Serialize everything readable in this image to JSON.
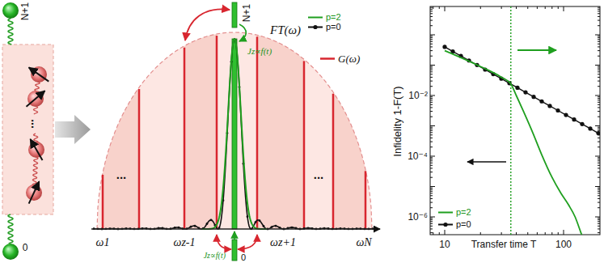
{
  "diagram": {
    "labels": [
      "N+1",
      "...",
      "0",
      "N+1",
      "Jz∝f(t)",
      "FT(ω)",
      "...",
      "...",
      "ω1",
      "ωz-1",
      "ωz+1",
      "ωN",
      "Jz∝f(t)",
      "0",
      "Infidelity 1-F(T)",
      "10⁻²",
      "10⁻⁴",
      "10⁻⁶",
      "10",
      "Transfer time T",
      "100"
    ],
    "legend": [
      {
        "text": "p=2"
      },
      {
        "text": "p=0"
      },
      {
        "text": "G(ω)"
      },
      {
        "text": "p=2"
      },
      {
        "text": "p=0"
      }
    ]
  }
}
